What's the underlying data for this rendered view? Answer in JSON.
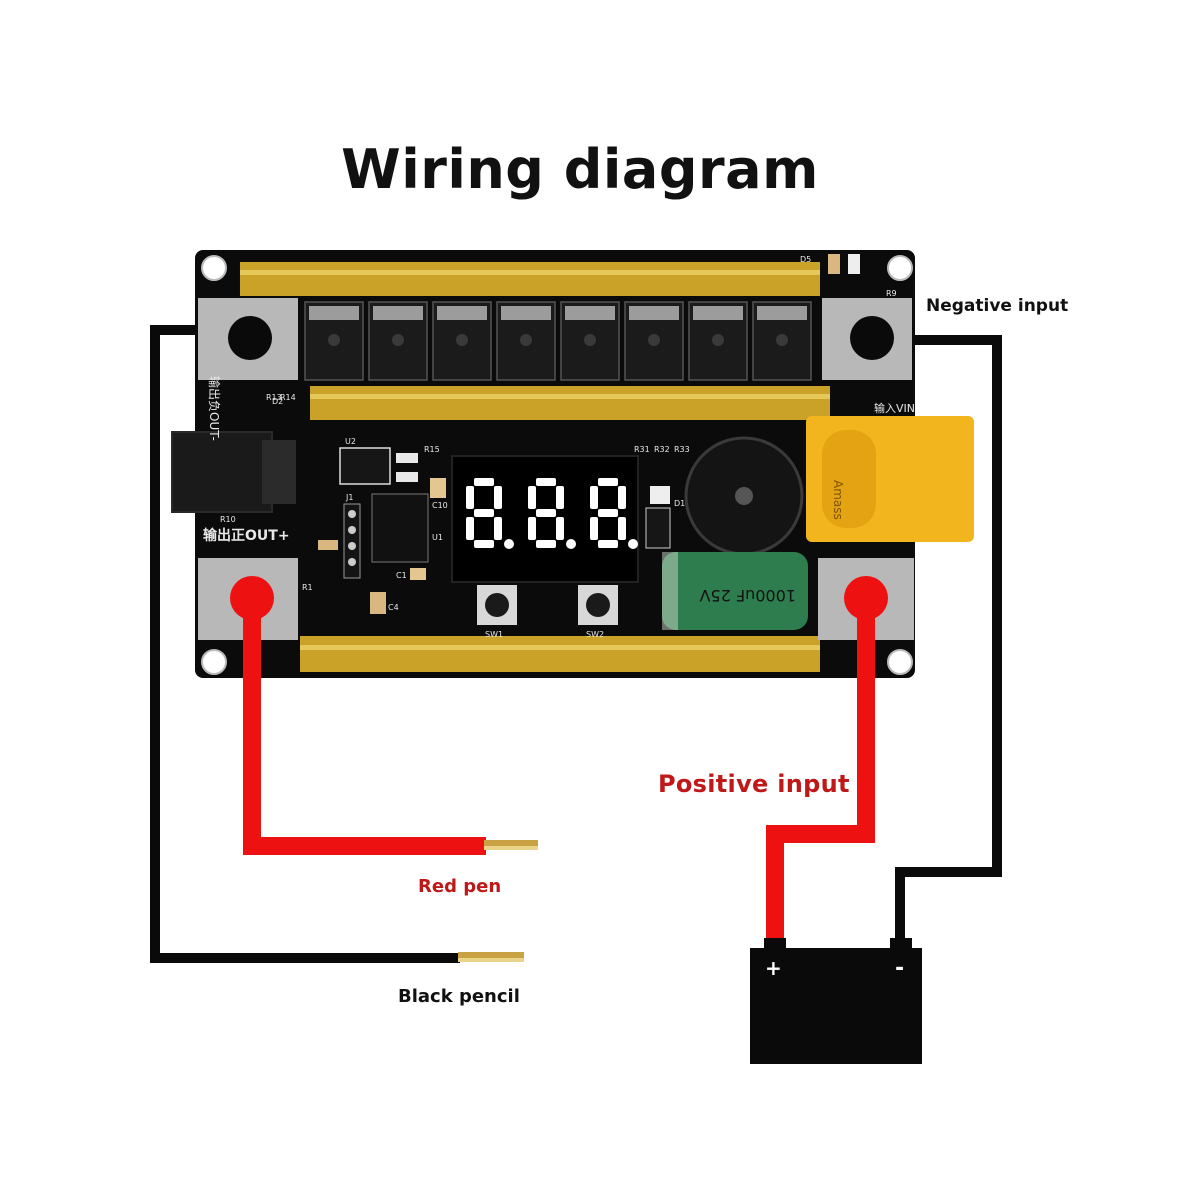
{
  "title": "Wiring diagram",
  "labels": {
    "negative_input": "Negative input",
    "positive_input": "Positive input",
    "red_pen": "Red pen",
    "black_pencil": "Black pencil"
  },
  "board": {
    "display_text": "8.8.8.",
    "out_minus": "输出负OUT-",
    "out_plus": "输出正OUT+",
    "vin": "输入VIN",
    "capacitor_text": "1000uF 25V",
    "connector_text": "Amass",
    "sw1": "SW1",
    "sw2": "SW2",
    "refs": [
      "U2",
      "R15",
      "R31",
      "R32",
      "R33",
      "D1",
      "D5",
      "R9",
      "R10",
      "R13",
      "R14",
      "C10",
      "C4",
      "C1",
      "U1",
      "J1",
      "R1",
      "D2"
    ]
  },
  "battery": {
    "plus": "+",
    "minus": "-"
  },
  "colors": {
    "board": "#0b0b0b",
    "gold_bar": "#c9a227",
    "red_wire": "#ee1111",
    "black_wire": "#0a0a0a",
    "connector": "#f2b51d",
    "capacitor": "#2e7d4f",
    "display": "#ffffff"
  }
}
